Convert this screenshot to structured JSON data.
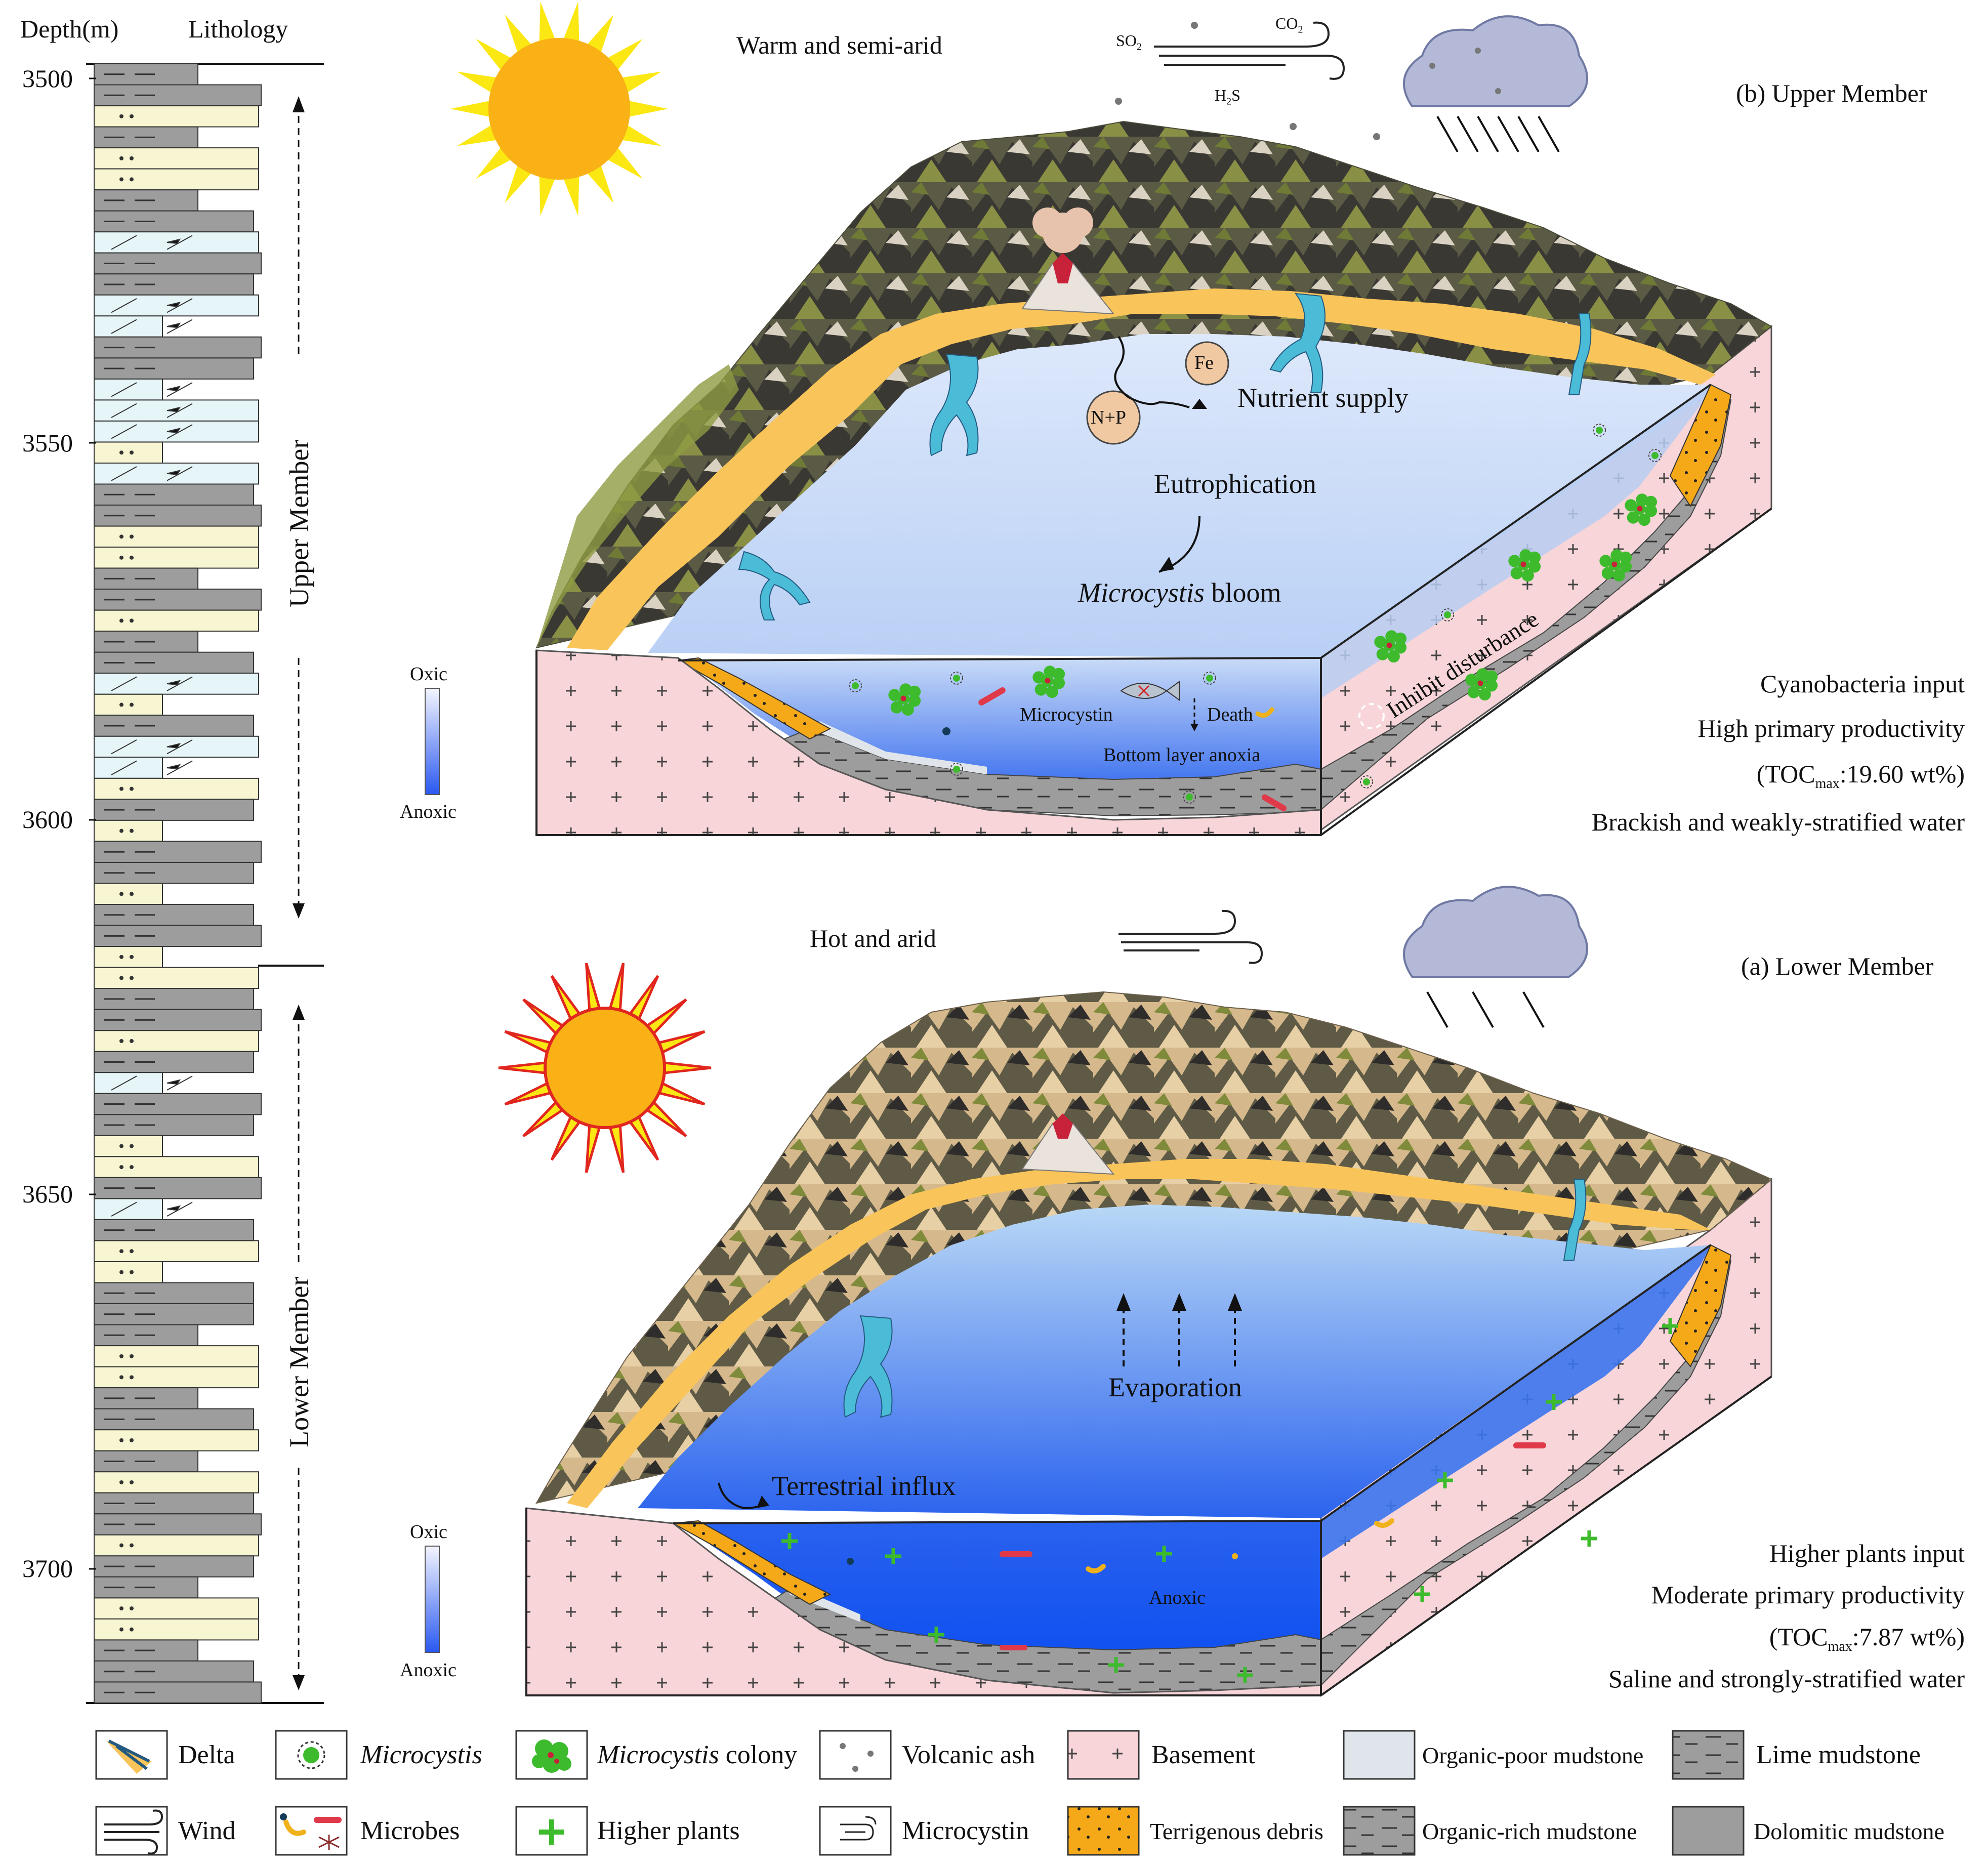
{
  "column": {
    "depth_header": "Depth(m)",
    "lithology_header": "Lithology",
    "depths": [
      "3500",
      "3550",
      "3600",
      "3650",
      "3700"
    ],
    "upper_member": "Upper Member",
    "lower_member": "Lower Member"
  },
  "upper_panel": {
    "title": "(b) Upper Member",
    "climate": "Warm and semi-arid",
    "gases": {
      "so2": "SO",
      "so2_sub": "2",
      "co2": "CO",
      "co2_sub": "2",
      "h2s_a": "H",
      "h2s_sub": "2",
      "h2s_b": "S"
    },
    "fe": "Fe",
    "np": "N+P",
    "nutrient_supply": "Nutrient supply",
    "eutrophication": "Eutrophication",
    "bloom_italic": "Microcystis",
    "bloom_rest": " bloom",
    "inhibit": "Inhibit disturbance",
    "microcystin": "Microcystin",
    "death": "Death",
    "bottom": "Bottom layer anoxia",
    "oxic": "Oxic",
    "anoxic": "Anoxic",
    "notes": {
      "n1": "Cyanobacteria input",
      "n2": "High primary productivity",
      "toc_a": "(TOC",
      "toc_sub": "max",
      "toc_b": ":19.60 wt%)",
      "n4": "Brackish and weakly-stratified water"
    }
  },
  "lower_panel": {
    "title": "(a) Lower Member",
    "climate": "Hot and arid",
    "evaporation": "Evaporation",
    "influx": "Terrestrial influx",
    "anoxic_water": "Anoxic",
    "oxic": "Oxic",
    "anoxic": "Anoxic",
    "notes": {
      "n1": "Higher plants input",
      "n2": "Moderate primary productivity",
      "toc_a": "(TOC",
      "toc_sub": "max",
      "toc_b": ":7.87 wt%)",
      "n4": "Saline and strongly-stratified water"
    }
  },
  "legend": {
    "delta": "Delta",
    "microcystis": "Microcystis",
    "colony_italic": "Microcystis",
    "colony_rest": " colony",
    "ash": "Volcanic ash",
    "basement": "Basement",
    "organic_poor": "Organic-poor mudstone",
    "lime": "Lime mudstone",
    "wind": "Wind",
    "microbes": "Microbes",
    "plants": "Higher plants",
    "microcystin": "Microcystin",
    "terrigenous": "Terrigenous debris",
    "organic_rich": "Organic-rich mudstone",
    "dolomitic": "Dolomitic mudstone"
  },
  "colors": {
    "gray_mud": "#9d9d9d",
    "yellow_silt": "#f8f5d2",
    "cyan_dolo": "#e6f5f8",
    "basement": "#f7d5d8",
    "sand": "#f9c45a",
    "debris": "#f5a818",
    "water_top": "#c9dcf5",
    "water_deep": "#1e5ff0",
    "sun": "#f9b116"
  },
  "icons": [
    "sun-icon",
    "wind-icon",
    "rain-cloud-icon",
    "volcano-icon",
    "microcystis-icon",
    "colony-icon",
    "plant-icon",
    "fish-icon"
  ]
}
